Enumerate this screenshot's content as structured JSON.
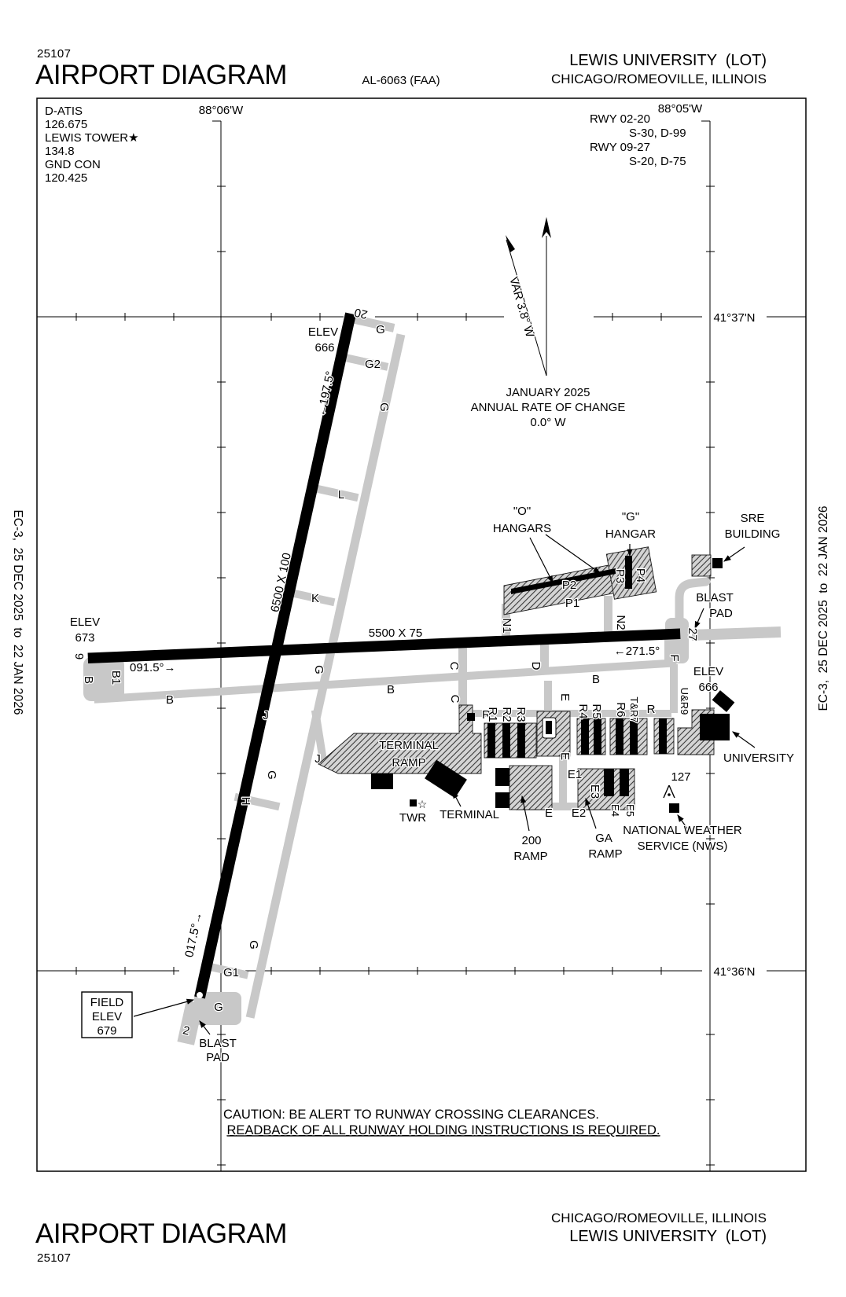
{
  "page": {
    "chart_number": "25107",
    "title": "AIRPORT DIAGRAM",
    "al_number": "AL-6063 (FAA)",
    "airport_name": "LEWIS UNIVERSITY  (LOT)",
    "city": "CHICAGO/ROMEOVILLE, ILLINOIS",
    "effective_dates": "EC-3,  25 DEC 2025  to  22 JAN 2026"
  },
  "comm": {
    "datis_label": "D-ATIS",
    "datis_freq": "126.675",
    "tower_label": "LEWIS TOWER★",
    "tower_freq": "134.8",
    "ground_label": "GND CON",
    "ground_freq": "120.425"
  },
  "runway_data": {
    "rwy_02_20": "RWY 02-20",
    "rwy_02_20_strength": "S-30, D-99",
    "rwy_09_27": "RWY 09-27",
    "rwy_09_27_strength": "S-20, D-75"
  },
  "graticule": {
    "lon_w": "88°06'W",
    "lon_e": "88°05'W",
    "lat_n": "41°37'N",
    "lat_s": "41°36'N"
  },
  "compass": {
    "variation": "VAR 3.8° W",
    "date": "JANUARY 2025",
    "rate1": "ANNUAL RATE OF CHANGE",
    "rate2": "0.0° W"
  },
  "runways": {
    "r0220_dim": "6500 X 100",
    "r0927_dim": "5500 X 75",
    "end20": "20",
    "end2": "2",
    "end9": "9",
    "end27": "27",
    "hdg20": "←197.5°",
    "hdg2": "017.5°→",
    "hdg9": "091.5°→",
    "hdg27": "←271.5°",
    "elev_label": "ELEV",
    "elev20": "666",
    "elev9": "673",
    "elev27": "666",
    "field_elev": [
      "FIELD",
      "ELEV",
      "679"
    ]
  },
  "blast_pad": {
    "line1": "BLAST",
    "line2": "PAD"
  },
  "taxiways": {
    "g": "G",
    "g1": "G1",
    "g2": "G2",
    "l": "L",
    "k": "K",
    "j": "J",
    "h": "H",
    "b": "B",
    "b1": "B1",
    "c": "C",
    "d": "D",
    "e": "E",
    "e1": "E1",
    "e2": "E2",
    "e3": "E3",
    "e4": "E4",
    "e5": "E5",
    "f": "F",
    "n1": "N1",
    "n2": "N2",
    "r": "R",
    "p1": "P1",
    "p2": "P2",
    "p3": "P3",
    "p4": "P4"
  },
  "hangars": {
    "r1": "R1",
    "r2": "R2",
    "r3": "R3",
    "r4": "R4",
    "r5": "R5",
    "r6": "R6",
    "t_r7": "T&R7",
    "u_r9": "U&R9"
  },
  "facilities": {
    "o_hangars_1": "\"O\"",
    "o_hangars_2": "HANGARS",
    "g_hangar_1": "\"G\"",
    "g_hangar_2": "HANGAR",
    "sre_1": "SRE",
    "sre_2": "BUILDING",
    "terminal_ramp_1": "TERMINAL",
    "terminal_ramp_2": "RAMP",
    "terminal": "TERMINAL",
    "twr": "TWR",
    "twr_star": "☆",
    "ramp200_1": "200",
    "ramp200_2": "RAMP",
    "ga_1": "GA",
    "ga_2": "RAMP",
    "university": "UNIVERSITY",
    "nws_1": "NATIONAL WEATHER",
    "nws_2": "SERVICE (NWS)",
    "spot_elev": "127"
  },
  "caution": {
    "line1": "CAUTION: BE ALERT TO RUNWAY CROSSING CLEARANCES.",
    "line2": "READBACK OF ALL RUNWAY HOLDING INSTRUCTIONS IS REQUIRED."
  }
}
